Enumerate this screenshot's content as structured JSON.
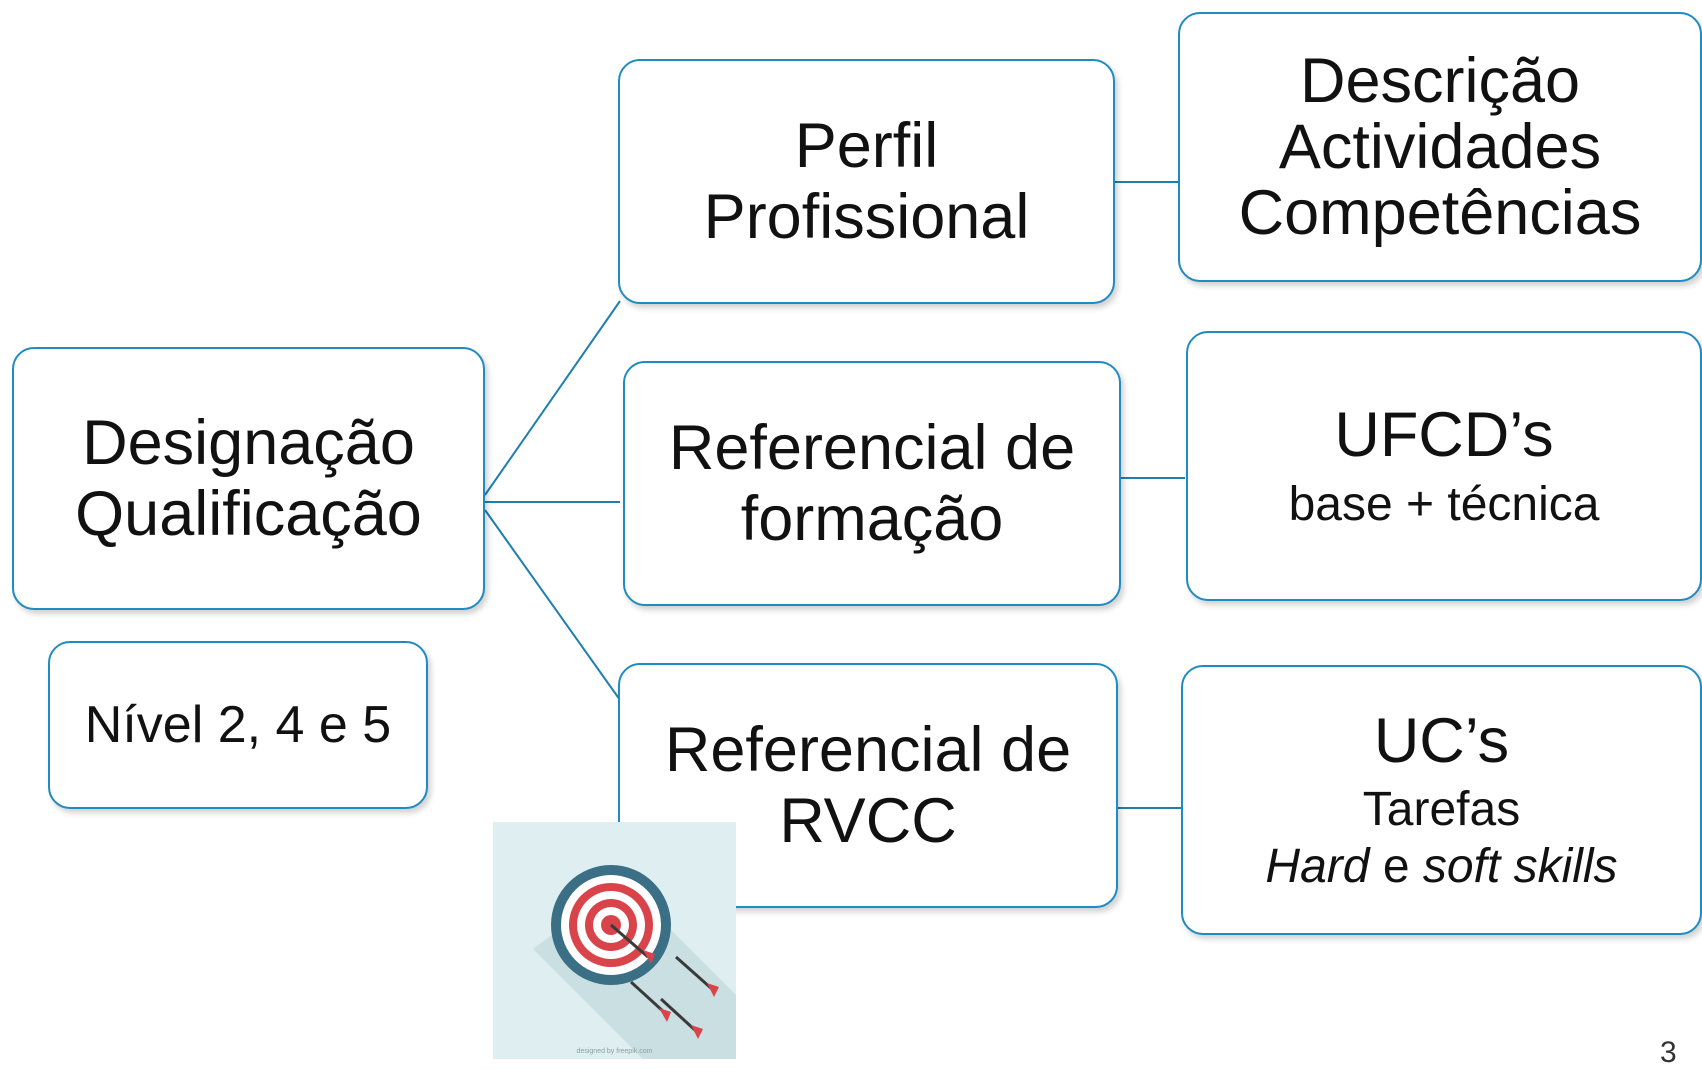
{
  "root": {
    "line1": "Designação",
    "line2": "Qualificação"
  },
  "level": {
    "text": "Nível 2, 4 e 5"
  },
  "branches": [
    {
      "line1": "Perfil",
      "line2": "Profissional"
    },
    {
      "line1": "Referencial de",
      "line2": "formação"
    },
    {
      "line1": "Referencial de",
      "line2": "RVCC"
    }
  ],
  "details": [
    {
      "line1": "Descrição",
      "line2": "Actividades",
      "line3": "Competências"
    },
    {
      "line1": "UFCD’s",
      "line2": "base + técnica"
    },
    {
      "line1": "UC’s",
      "line2": "Tarefas",
      "line3_hard": "Hard",
      "line3_and": "e",
      "line3_soft": "soft skills"
    }
  ],
  "image": {
    "credit": "designed by freepik.com"
  },
  "page_number": "3",
  "colors": {
    "border": "#1e8cc2",
    "target_red": "#d9434a",
    "background_tint": "#dfeef0"
  }
}
